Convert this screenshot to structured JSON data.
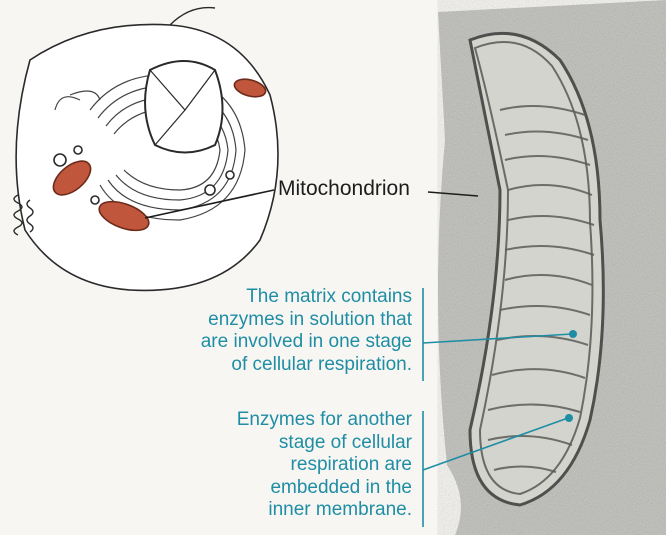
{
  "labels": {
    "mitochondrion": "Mitochondrion",
    "matrix_lines": [
      "The matrix contains",
      "enzymes in solution that",
      "are involved in one stage",
      "of cellular respiration."
    ],
    "enzymes_lines": [
      "Enzymes for another",
      "stage of cellular",
      "respiration are",
      "embedded in the",
      "inner membrane."
    ]
  },
  "colors": {
    "callout_text": "#1f8ea5",
    "leader_line": "#1f8ea5",
    "mitochondria_fill": "#c0573c",
    "micrograph_base": "#bdbdb8"
  }
}
